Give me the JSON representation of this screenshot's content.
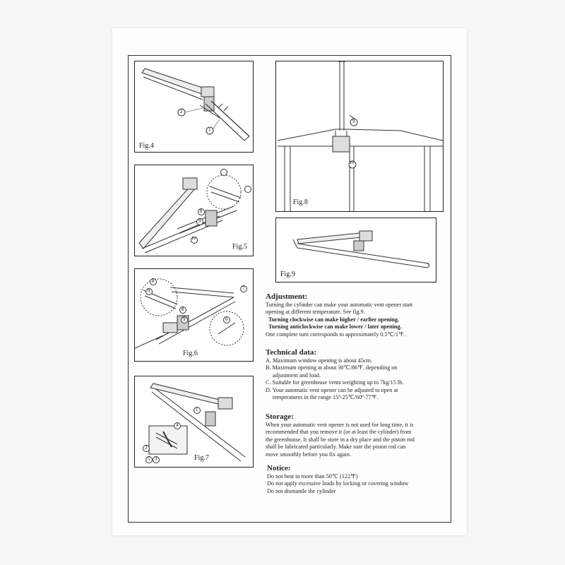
{
  "figures": {
    "fig4": "Fig.4",
    "fig5": "Fig.5",
    "fig6": "Fig.6",
    "fig7": "Fig.7",
    "fig8": "Fig.8",
    "fig9": "Fig.9"
  },
  "callouts": {
    "c1": "1",
    "c2": "2",
    "c3": "3",
    "c4": "4",
    "c5": "5",
    "c6": "6",
    "c7": "7",
    "c8": "8",
    "c9": "9",
    "c10": "10"
  },
  "adjustment": {
    "heading": "Adjustment:",
    "lines": [
      "Turning the cylinder can make your automatic vent opener start",
      "opening at different temperature. See fig.9.",
      "Turning clockwise can make higher / earlier opening.",
      "Turning anticlockwise can make lower / later opening.",
      "One complete turn corresponds to approximately 0.5℃/1℉."
    ]
  },
  "technical": {
    "heading": "Technical data:",
    "lines": [
      "A. Maximum window opening is about 45cm.",
      "B. Maximum opening at about 30℃/86℉, depending on",
      "adjustment and load.",
      "C. Suitable for greenhouse vents weighting up to 7kg/15 lb.",
      "D. Your automatic vent opener can be adjusted to open at",
      "temperatures in the range 15º-25℃/60º-77℉."
    ]
  },
  "storage": {
    "heading": "Storage:",
    "lines": [
      "When your automatic vent opener is not used for long time, it is",
      "recommended that you remove it (or at least the cylinder) from",
      "the greenhouse. It shall be store in a dry place and the piston rod",
      "shall be lubricated particularly. Make sure the piston rod can",
      "move smoothly before you fix again."
    ]
  },
  "notice": {
    "heading": "Notice:",
    "lines": [
      "Do not heat to more than 50℃ (122℉)",
      "Do not apply excessive loads by locking or covering window",
      "Do not dismantle the cylinder"
    ]
  }
}
